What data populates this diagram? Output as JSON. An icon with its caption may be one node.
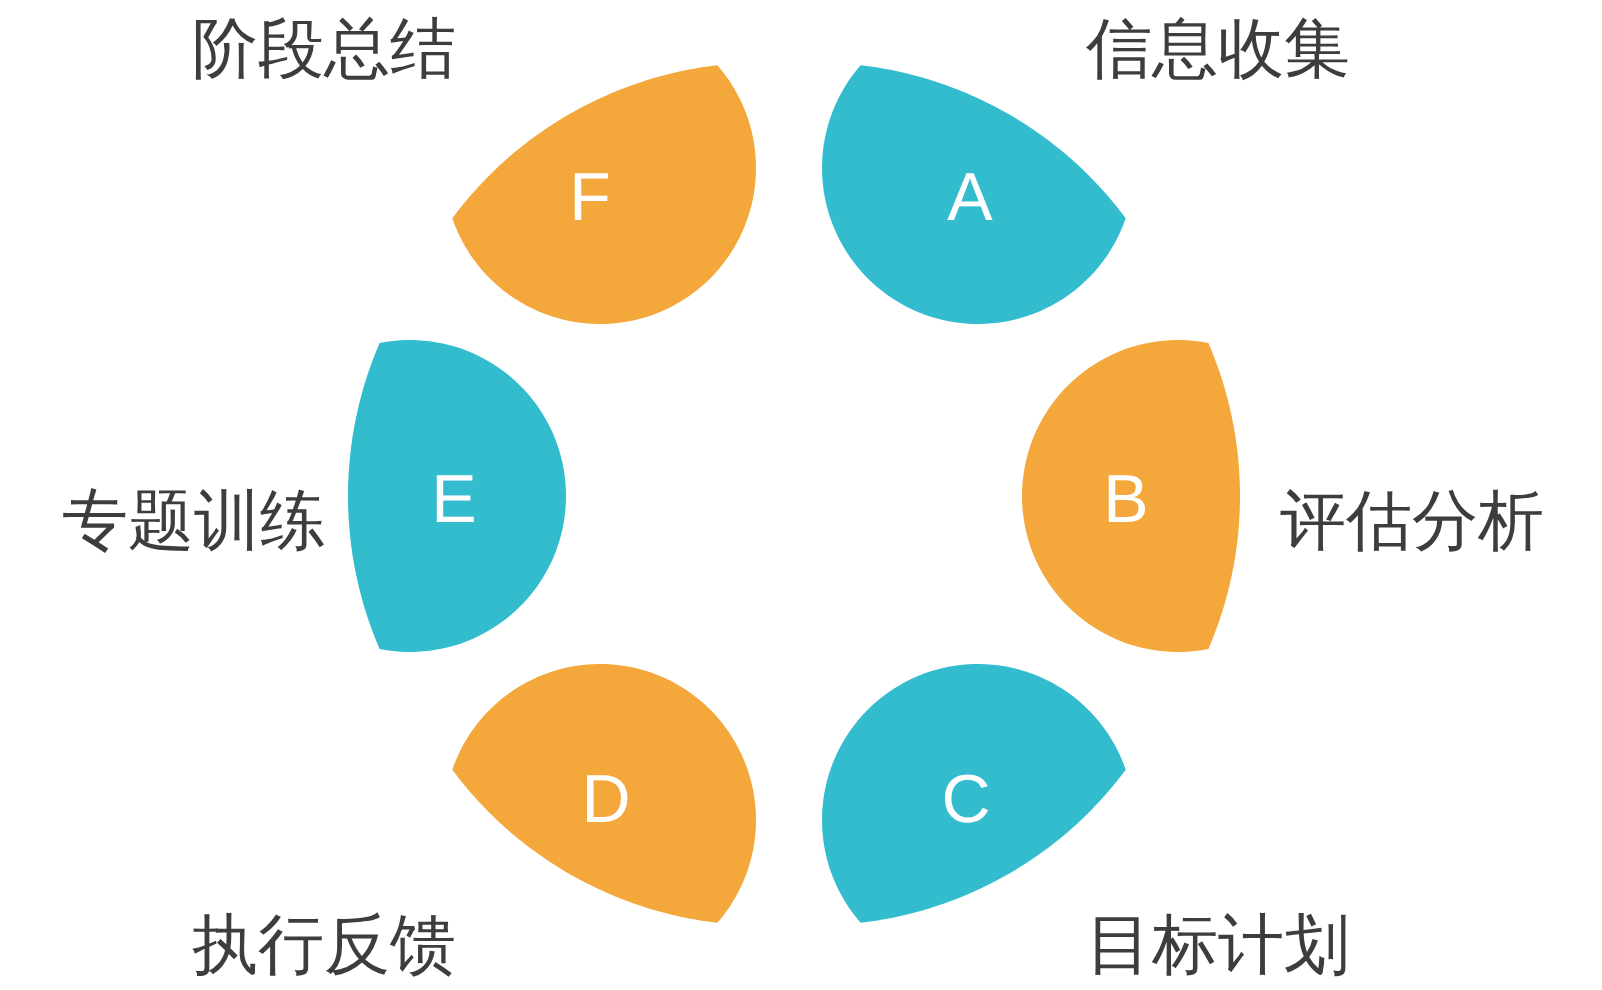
{
  "diagram": {
    "nodes": [
      {
        "text": [
          "A"
        ],
        "beside": [
          "信息收集"
        ]
      },
      {
        "text": [
          "B"
        ],
        "beside": [
          "评估分析"
        ]
      },
      {
        "text": [
          "C"
        ],
        "beside": [
          "目标计划"
        ]
      },
      {
        "text": [
          "D"
        ],
        "beside": [
          "执行反馈"
        ]
      },
      {
        "text": [
          "E"
        ],
        "beside": [
          "专题训练"
        ]
      },
      {
        "text": [
          "F"
        ],
        "beside": [
          "阶段总结"
        ]
      }
    ]
  }
}
